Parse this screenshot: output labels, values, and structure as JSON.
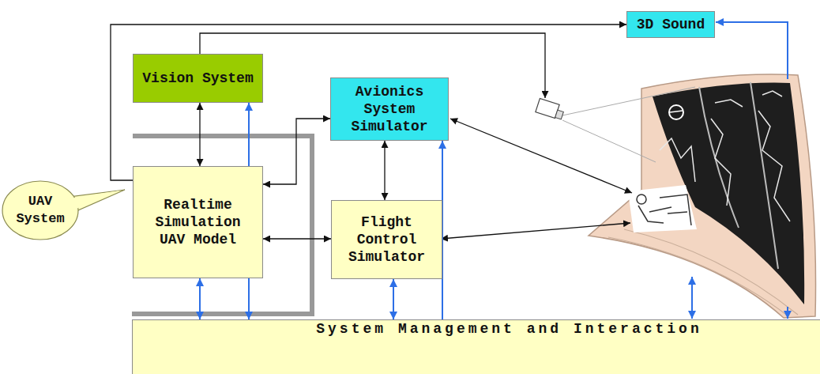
{
  "diagram": {
    "nodes": [
      {
        "text": [
          "3D Sound"
        ]
      },
      {
        "text": [
          "Vision System"
        ]
      },
      {
        "text": [
          "Avionics System Simulator"
        ]
      },
      {
        "text": [
          "UAV System"
        ]
      },
      {
        "text": [
          "Realtime Simulation UAV Model"
        ]
      },
      {
        "text": [
          "Flight Control Simulator"
        ]
      },
      {
        "text": [
          "System Management and Interaction"
        ]
      }
    ],
    "edges": [
      {
        "from": 4,
        "to": 0,
        "arrow": "to"
      },
      {
        "from": 1,
        "to": 4,
        "arrow": "both"
      },
      {
        "from": 4,
        "to": 2,
        "arrow": "both"
      },
      {
        "from": 4,
        "to": 5,
        "arrow": "both"
      },
      {
        "from": 2,
        "to": 5,
        "arrow": "both"
      },
      {
        "from": 6,
        "to": 1,
        "arrow": "both"
      },
      {
        "from": 4,
        "to": 6,
        "arrow": "both"
      },
      {
        "from": 5,
        "to": 6,
        "arrow": "both"
      },
      {
        "from": 6,
        "to": 2,
        "arrow": "to"
      }
    ]
  }
}
